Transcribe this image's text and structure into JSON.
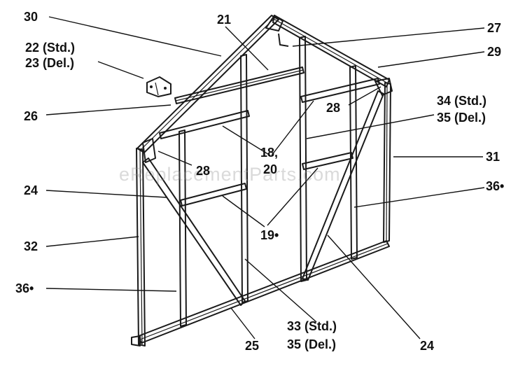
{
  "watermark": "eReplacementParts.com",
  "labels": {
    "p30": "30",
    "p21": "21",
    "p27": "27",
    "p22": "22 (Std.)",
    "p23": "23 (Del.)",
    "p29": "29",
    "p26": "26",
    "p28a": "28",
    "p34": "34 (Std.)",
    "p35a": "35 (Del.)",
    "p18": "18,",
    "p20": "20",
    "p28b": "28",
    "p31": "31",
    "p24a": "24",
    "p36a": "36•",
    "p32": "32",
    "p19": "19•",
    "p36b": "36•",
    "p33": "33 (Std.)",
    "p35b": "35 (Del.)",
    "p25": "25",
    "p24b": "24"
  }
}
